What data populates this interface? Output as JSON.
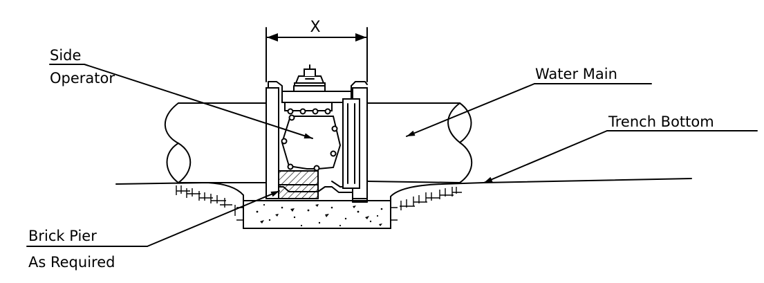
{
  "labels": {
    "dimension": "X",
    "side_operator_line1": "Side",
    "side_operator_line2": "Operator",
    "water_main": "Water Main",
    "trench_bottom": "Trench Bottom",
    "brick_pier_line1": "Brick Pier",
    "brick_pier_line2": "As Required"
  }
}
